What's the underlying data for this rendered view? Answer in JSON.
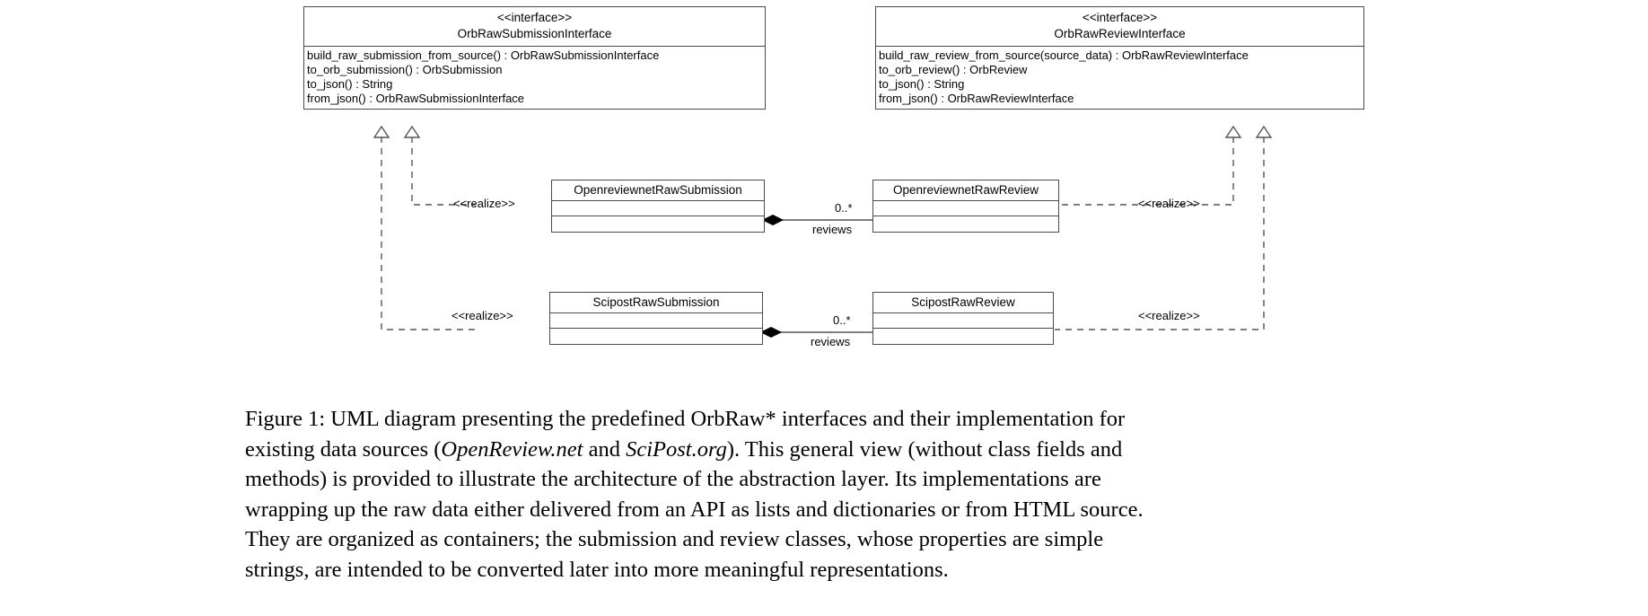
{
  "figure": {
    "interfaces": [
      {
        "id": "orb-raw-submission-interface",
        "stereotype": "<<interface>>",
        "name": "OrbRawSubmissionInterface",
        "operations": [
          "build_raw_submission_from_source() : OrbRawSubmissionInterface",
          "to_orb_submission() : OrbSubmission",
          "to_json() : String",
          "from_json() : OrbRawSubmissionInterface"
        ]
      },
      {
        "id": "orb-raw-review-interface",
        "stereotype": "<<interface>>",
        "name": "OrbRawReviewInterface",
        "operations": [
          "build_raw_review_from_source(source_data) : OrbRawReviewInterface",
          "to_orb_review() : OrbReview",
          "to_json() : String",
          "from_json() : OrbRawReviewInterface"
        ]
      }
    ],
    "classes": [
      {
        "id": "openreviewnet-raw-submission",
        "name": "OpenreviewnetRawSubmission"
      },
      {
        "id": "openreviewnet-raw-review",
        "name": "OpenreviewnetRawReview"
      },
      {
        "id": "scipost-raw-submission",
        "name": "ScipostRawSubmission"
      },
      {
        "id": "scipost-raw-review",
        "name": "ScipostRawReview"
      }
    ],
    "relations": {
      "realize_label": "<<realize>>",
      "realize_labels": [
        "<<realize>>",
        "<<realize>>",
        "<<realize>>",
        "<<realize>>"
      ],
      "compositions": [
        {
          "id": "openreviewnet-composition",
          "multiplicity": "0..*",
          "role": "reviews"
        },
        {
          "id": "scipost-composition",
          "multiplicity": "0..*",
          "role": "reviews"
        }
      ]
    },
    "colors": {
      "stroke": "#4a4a4a",
      "line": "#555555",
      "text": "#000000",
      "background": "#ffffff"
    }
  },
  "caption": {
    "label": "Figure 1:",
    "seg1": " UML diagram presenting the predefined OrbRaw* interfaces and their implementation for existing data sources (",
    "em1": "OpenReview.net",
    "seg2": " and ",
    "em2": "SciPost.org",
    "seg3": "). This general view (without class fields and methods) is provided to illustrate the architecture of the abstraction layer. Its implementations are wrapping up the raw data either delivered from an API as lists and dictionaries or from HTML source. They are organized as containers; the submission and review classes, whose properties are simple strings, are intended to be converted later into more meaningful representations."
  }
}
